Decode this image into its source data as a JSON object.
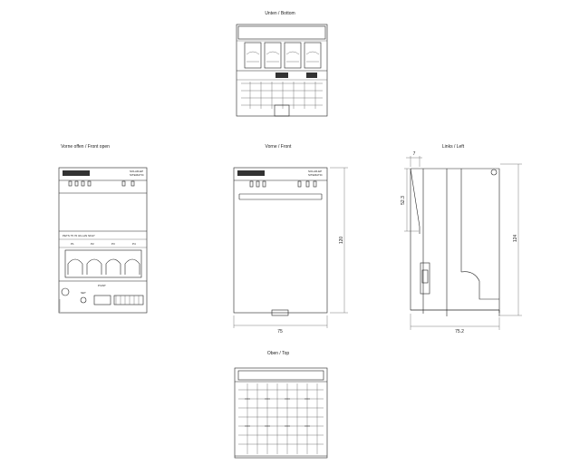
{
  "views": {
    "bottom": {
      "title": "Unten / Bottom"
    },
    "front_open": {
      "title": "Vorne offen / Front open",
      "brand_line1": "SOLAR-EP",
      "brand_line2": "SITEMATIC",
      "port_row_label": "PETS 75 70 3A LAN SFLP",
      "port_labels": [
        "P1",
        "P2",
        "P3",
        "P4"
      ],
      "set_label": "SET",
      "panel_label": "P/ANT"
    },
    "front": {
      "title": "Vorne / Front",
      "brand_line1": "SOLAR-EP",
      "brand_line2": "SITEMATIC",
      "dim_width": "75",
      "dim_height": "120"
    },
    "left": {
      "title": "Links / Left",
      "dim_top": "7",
      "dim_upper": "52.3",
      "dim_height": "124",
      "dim_depth": "75.2"
    },
    "top": {
      "title": "Oben / Top"
    }
  }
}
